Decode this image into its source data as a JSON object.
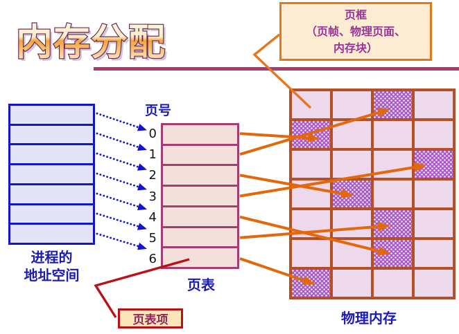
{
  "title": "内存分配",
  "labels": {
    "page_number": "页号",
    "page_table": "页表",
    "process_address_space_line1": "进程的",
    "process_address_space_line2": "地址空间",
    "physical_memory": "物理内存"
  },
  "frame_callout": {
    "line1": "页框",
    "line2": "（页帧、物理页面、",
    "line3": "内存块）"
  },
  "pte_callout": {
    "label": "页表项"
  },
  "address_space": {
    "rows": 7
  },
  "page_table": {
    "entries": [
      "0",
      "1",
      "2",
      "3",
      "4",
      "5",
      "6"
    ]
  },
  "physical_memory_grid": {
    "rows": 7,
    "cols": 4,
    "allocated_cells": [
      [
        0,
        2
      ],
      [
        1,
        0
      ],
      [
        2,
        3
      ],
      [
        3,
        1
      ],
      [
        4,
        2
      ],
      [
        5,
        2
      ],
      [
        6,
        0
      ]
    ]
  },
  "mappings": [
    {
      "page": 0,
      "frame": [
        1,
        0
      ]
    },
    {
      "page": 1,
      "frame": [
        0,
        2
      ]
    },
    {
      "page": 2,
      "frame": [
        3,
        1
      ]
    },
    {
      "page": 3,
      "frame": [
        2,
        3
      ]
    },
    {
      "page": 4,
      "frame": [
        5,
        2
      ]
    },
    {
      "page": 5,
      "frame": [
        4,
        2
      ]
    },
    {
      "page": 6,
      "frame": [
        6,
        0
      ]
    }
  ],
  "colors": {
    "divider": "#ab3a70",
    "address_space_border": "#1414c8",
    "address_space_fill": "#e4e4f8",
    "page_table_border": "#a63d72",
    "page_table_fill": "#f3e0da",
    "grid_border": "#b44f26",
    "grid_cell_fill": "#edd8ec",
    "grid_allocated_fill": "#a958c6",
    "mapping_arrow": "#e2680c",
    "dotted_arrow": "#1414c8",
    "frame_callout_border": "#e5761c",
    "frame_callout_fill": "#fcecd2",
    "frame_callout_text": "#993399",
    "pte_callout_border": "#bb1016",
    "pte_callout_fill": "#fce6b8",
    "pte_callout_text": "#96245c",
    "blue_label": "#1a1ab8"
  }
}
